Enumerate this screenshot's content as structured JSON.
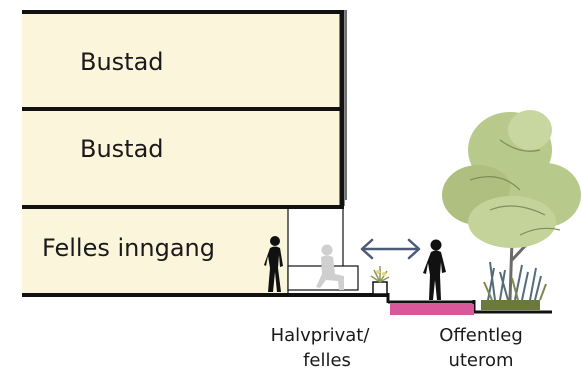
{
  "diagram": {
    "floors": [
      {
        "label": "Bustad"
      },
      {
        "label": "Bustad"
      },
      {
        "label": "Felles inngang"
      }
    ],
    "zones": {
      "semi_private": {
        "line1": "Halvprivat/",
        "line2": "felles"
      },
      "public": {
        "line1": "Offentleg",
        "line2": "uterom"
      }
    },
    "colors": {
      "floor_fill": "#fbf5dc",
      "structure": "#111111",
      "arrow": "#4d5a78",
      "public_ground": "#d8589a",
      "planter": "#6b7a3a",
      "tree_canopy": "#b8c98c",
      "figure": "#111111",
      "figure_ghost": "#cfcfcf"
    },
    "icons": [
      "person-icon",
      "person-ghost-icon",
      "tree-icon",
      "plant-icon",
      "double-arrow-icon"
    ]
  }
}
